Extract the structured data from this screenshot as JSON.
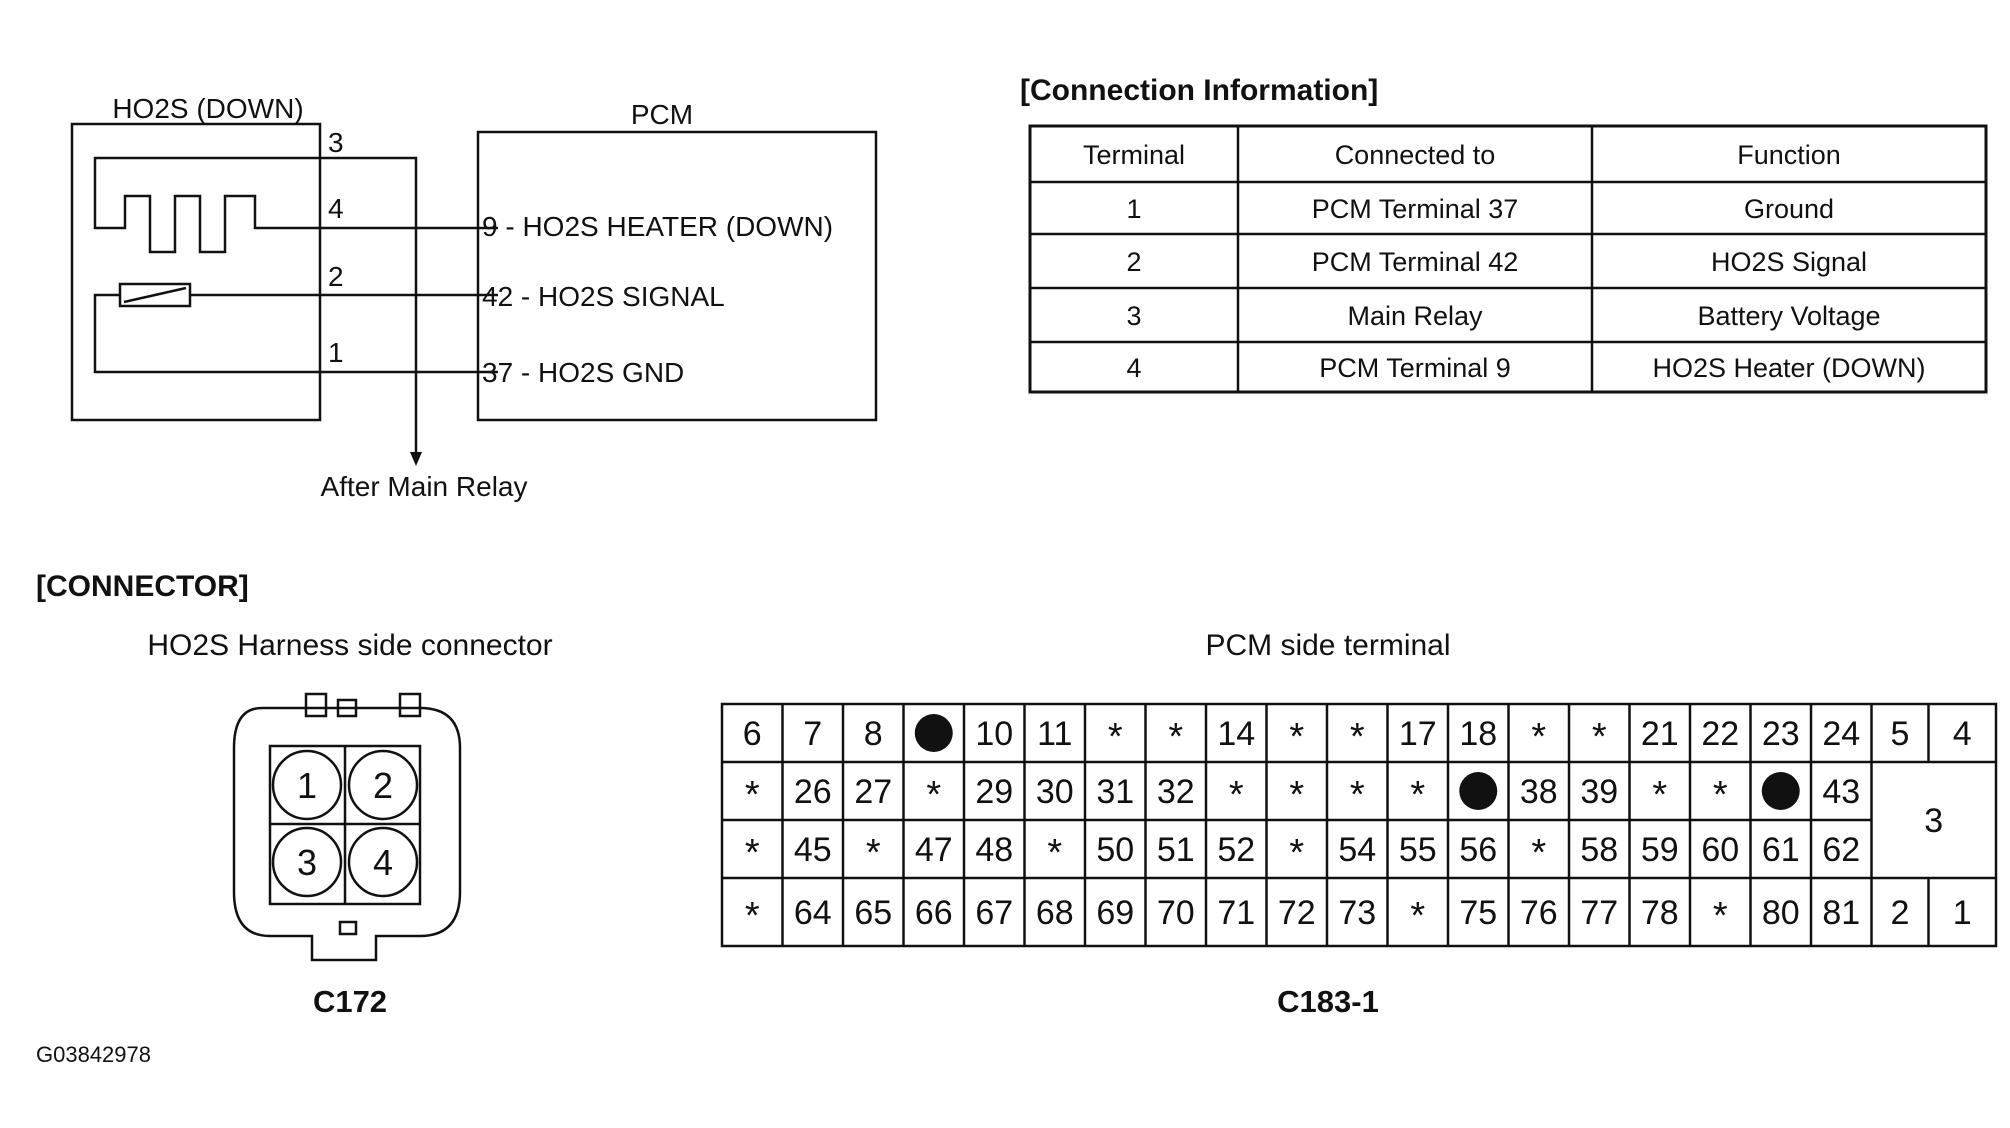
{
  "schematic": {
    "sensor_label": "HO2S (DOWN)",
    "pcm_label": "PCM",
    "pin_numbers": [
      "3",
      "4",
      "2",
      "1"
    ],
    "pcm_pins": [
      "9 - HO2S HEATER (DOWN)",
      "42 - HO2S SIGNAL",
      "37 - HO2S GND"
    ],
    "relay_label": "After Main Relay"
  },
  "connection_info": {
    "title": "[Connection Information]",
    "headers": [
      "Terminal",
      "Connected to",
      "Function"
    ],
    "rows": [
      [
        "1",
        "PCM Terminal 37",
        "Ground"
      ],
      [
        "2",
        "PCM Terminal 42",
        "HO2S Signal"
      ],
      [
        "3",
        "Main Relay",
        "Battery Voltage"
      ],
      [
        "4",
        "PCM Terminal 9",
        "HO2S Heater (DOWN)"
      ]
    ]
  },
  "connector_section": {
    "title": "[CONNECTOR]",
    "harness_label": "HO2S Harness side connector",
    "harness_pins": [
      "1",
      "2",
      "3",
      "4"
    ],
    "harness_id": "C172",
    "pcm_label": "PCM side terminal",
    "pcm_id": "C183-1",
    "pcm_grid": [
      [
        "6",
        "7",
        "8",
        "●",
        "10",
        "11",
        "*",
        "*",
        "14",
        "*",
        "*",
        "17",
        "18",
        "*",
        "*",
        "21",
        "22",
        "23",
        "24"
      ],
      [
        "*",
        "26",
        "27",
        "*",
        "29",
        "30",
        "31",
        "32",
        "*",
        "*",
        "*",
        "*",
        "●",
        "38",
        "39",
        "*",
        "*",
        "●",
        "43"
      ],
      [
        "*",
        "45",
        "*",
        "47",
        "48",
        "*",
        "50",
        "51",
        "52",
        "*",
        "54",
        "55",
        "56",
        "*",
        "58",
        "59",
        "60",
        "61",
        "62"
      ],
      [
        "*",
        "64",
        "65",
        "66",
        "67",
        "68",
        "69",
        "70",
        "71",
        "72",
        "73",
        "*",
        "75",
        "76",
        "77",
        "78",
        "*",
        "80",
        "81"
      ]
    ],
    "pcm_side_top": [
      "5",
      "4"
    ],
    "pcm_side_mid": "3",
    "pcm_side_bottom": [
      "2",
      "1"
    ]
  },
  "figure_id": "G03842978"
}
